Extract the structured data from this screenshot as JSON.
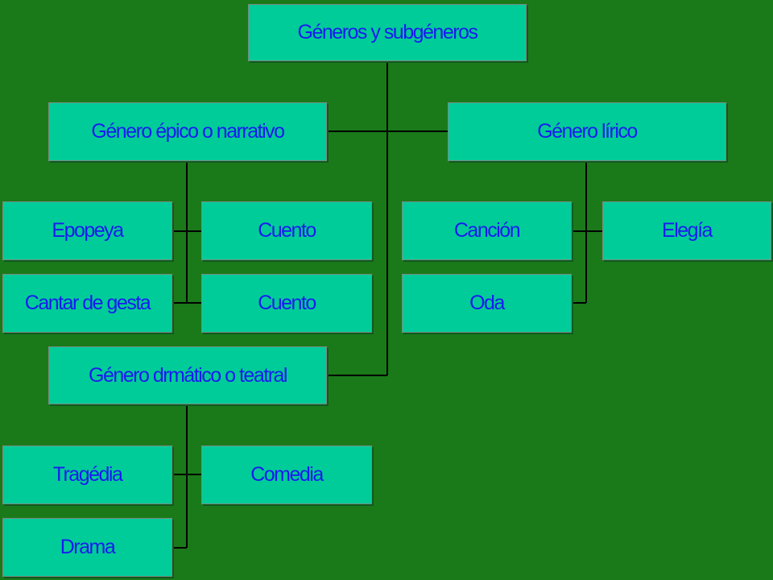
{
  "colors": {
    "background": "#1a7a1a",
    "box_fill": "#00cc99",
    "box_text": "#1a1af0",
    "connector": "#000000"
  },
  "nodes": {
    "root": "Géneros y subgéneros",
    "epico": "Género épico o narrativo",
    "lirico": "Género lírico",
    "dramatico": "Género drmático o teatral",
    "epopeya": "Epopeya",
    "cuento_1": "Cuento",
    "cantar": "Cantar de gesta",
    "cuento_2": "Cuento",
    "cancion": "Canción",
    "elegia": "Elegía",
    "oda": "Oda",
    "tragedia": "Tragédia",
    "comedia": "Comedia",
    "drama": "Drama"
  }
}
